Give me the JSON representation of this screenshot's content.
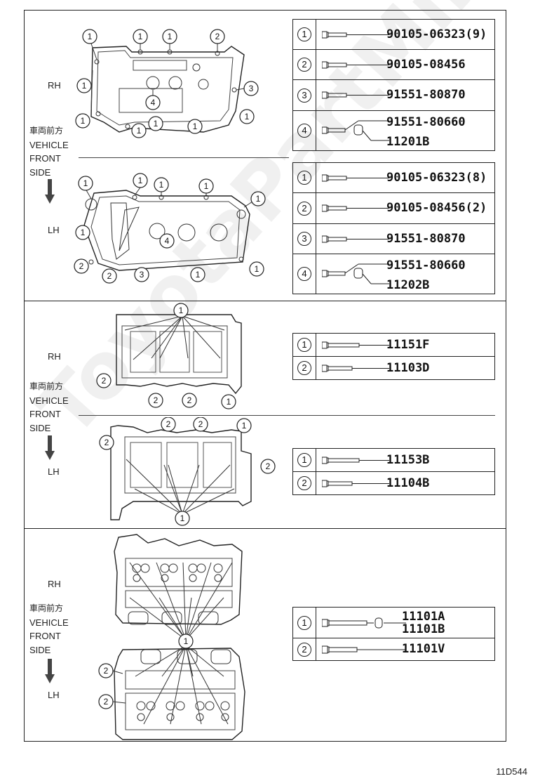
{
  "diagram_code": "11D544",
  "watermark": "ToyotaPartMirror.ru",
  "direction_label": {
    "kanji": "車両前方",
    "l1": "VEHICLE",
    "l2": "FRONT",
    "l3": "SIDE"
  },
  "sides": {
    "rh": "RH",
    "lh": "LH"
  },
  "callout_numbers": [
    "1",
    "2",
    "3",
    "4"
  ],
  "section1_rh_table": [
    {
      "n": "1",
      "parts": [
        "90105-06323(9)"
      ]
    },
    {
      "n": "2",
      "parts": [
        "90105-08456"
      ]
    },
    {
      "n": "3",
      "parts": [
        "91551-80870"
      ]
    },
    {
      "n": "4",
      "parts": [
        "91551-80660",
        "11201B"
      ]
    }
  ],
  "section1_lh_table": [
    {
      "n": "1",
      "parts": [
        "90105-06323(8)"
      ]
    },
    {
      "n": "2",
      "parts": [
        "90105-08456(2)"
      ]
    },
    {
      "n": "3",
      "parts": [
        "91551-80870"
      ]
    },
    {
      "n": "4",
      "parts": [
        "91551-80660",
        "11202B"
      ]
    }
  ],
  "section2_rh_table": [
    {
      "n": "1",
      "parts": [
        "11151F"
      ]
    },
    {
      "n": "2",
      "parts": [
        "11103D"
      ]
    }
  ],
  "section2_lh_table": [
    {
      "n": "1",
      "parts": [
        "11153B"
      ]
    },
    {
      "n": "2",
      "parts": [
        "11104B"
      ]
    }
  ],
  "section3_table": [
    {
      "n": "1",
      "parts": [
        "11101A",
        "11101B"
      ]
    },
    {
      "n": "2",
      "parts": [
        "11101V"
      ]
    }
  ]
}
